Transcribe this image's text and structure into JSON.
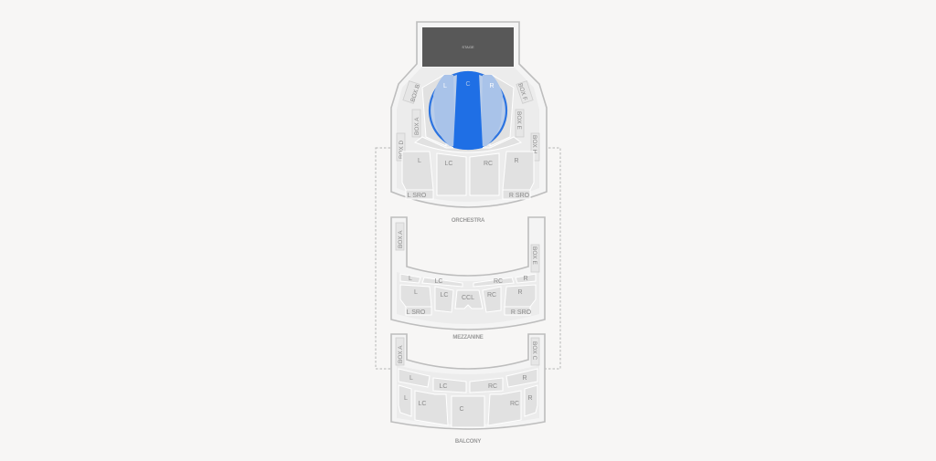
{
  "stage": {
    "label": "STAGE"
  },
  "levels": {
    "orchestra": "ORCHESTRA",
    "mezzanine": "MEZZANINE",
    "balcony": "BALCONY"
  },
  "orchestra": {
    "front": {
      "left": "L",
      "center": "C",
      "right": "R"
    },
    "boxes": {
      "b": "BOX B",
      "a": "BOX A",
      "d": "BOX D",
      "f": "BOX F",
      "e": "BOX E",
      "h": "BOX H"
    },
    "sections": {
      "l": "L",
      "lc": "LC",
      "rc": "RC",
      "r": "R",
      "lsro": "L SRO",
      "rsro": "R SRO"
    }
  },
  "mezzanine": {
    "boxes": {
      "a": "BOX A",
      "e": "BOX E"
    },
    "front": {
      "l": "L",
      "lc": "LC",
      "rc": "RC",
      "r": "R"
    },
    "sections": {
      "l": "L",
      "lc": "LC",
      "ccl": "CCL",
      "rc": "RC",
      "r": "R",
      "lsro": "L SRO",
      "rsro": "R SRO"
    }
  },
  "balcony": {
    "boxes": {
      "a": "BOX A",
      "c": "BOX C"
    },
    "front": {
      "l": "L",
      "lc": "LC",
      "rc": "RC",
      "r": "R"
    },
    "sections": {
      "l": "L",
      "lc": "LC",
      "c": "C",
      "rc": "RC",
      "r": "R"
    }
  },
  "colors": {
    "selected": "#1f6fe5",
    "selected_halo": "#b9cdea",
    "section": "#e1e1e1",
    "stage": "#585858",
    "background": "#f7f6f5"
  },
  "selected_section": "Orchestra C"
}
